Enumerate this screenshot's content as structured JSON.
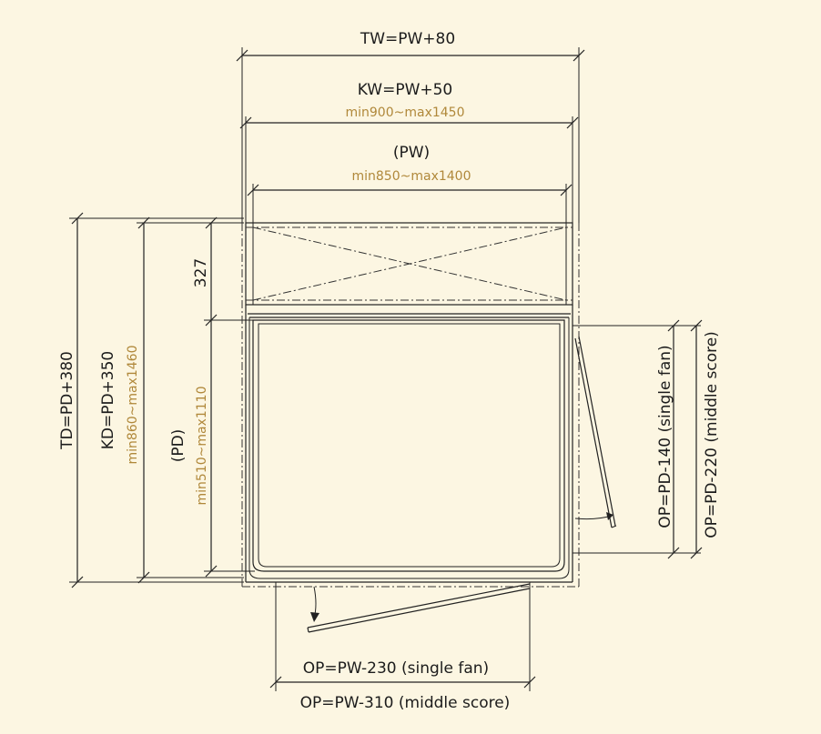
{
  "dimensions": {
    "tw": "TW=PW+80",
    "kw": "KW=PW+50",
    "kw_range": "min900~max1450",
    "pw": "(PW)",
    "pw_range": "min850~max1400",
    "td": "TD=PD+380",
    "kd": "KD=PD+350",
    "kd_range": "min860~max1460",
    "pd": "(PD)",
    "pd_range": "min510~max1110",
    "top_depth": "327",
    "op_side_single": "OP=PD-140  (single fan)",
    "op_side_middle": "OP=PD-220  (middle score)",
    "op_front_single": "OP=PW-230  (single fan)",
    "op_front_middle": "OP=PW-310  (middle score)"
  },
  "colors": {
    "background": "#fcf6e2",
    "line": "#222222",
    "range_text": "#b0883a"
  }
}
